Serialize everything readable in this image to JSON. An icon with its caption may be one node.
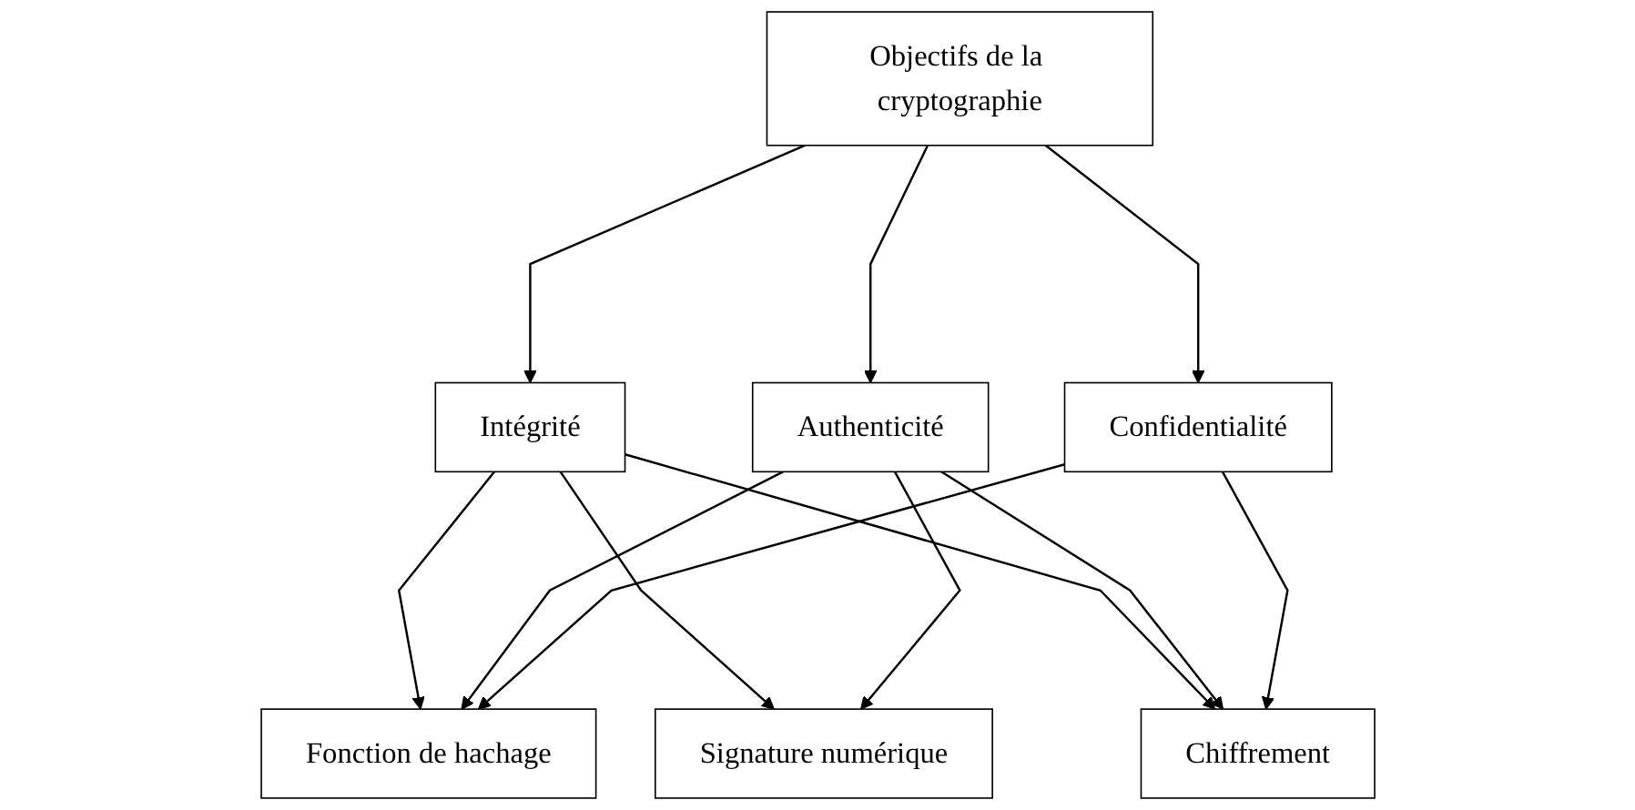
{
  "diagram": {
    "nodes": [
      {
        "text": [
          "Objectifs de la cryptographie"
        ]
      },
      {
        "text": [
          "Intégrité"
        ]
      },
      {
        "text": [
          "Authenticité"
        ]
      },
      {
        "text": [
          "Confidentialité"
        ]
      },
      {
        "text": [
          "Fonction de hachage"
        ]
      },
      {
        "text": [
          "Signature numérique"
        ]
      },
      {
        "text": [
          "Chiffrement"
        ]
      }
    ],
    "edges": [
      {
        "from": 0,
        "to": 1,
        "arrow": "to"
      },
      {
        "from": 0,
        "to": 2,
        "arrow": "to"
      },
      {
        "from": 0,
        "to": 3,
        "arrow": "to"
      },
      {
        "from": 1,
        "to": 4,
        "arrow": "to"
      },
      {
        "from": 1,
        "to": 5,
        "arrow": "to"
      },
      {
        "from": 1,
        "to": 6,
        "arrow": "to"
      },
      {
        "from": 2,
        "to": 4,
        "arrow": "to"
      },
      {
        "from": 2,
        "to": 5,
        "arrow": "to"
      },
      {
        "from": 2,
        "to": 6,
        "arrow": "to"
      },
      {
        "from": 3,
        "to": 4,
        "arrow": "to"
      },
      {
        "from": 3,
        "to": 6,
        "arrow": "to"
      }
    ]
  }
}
